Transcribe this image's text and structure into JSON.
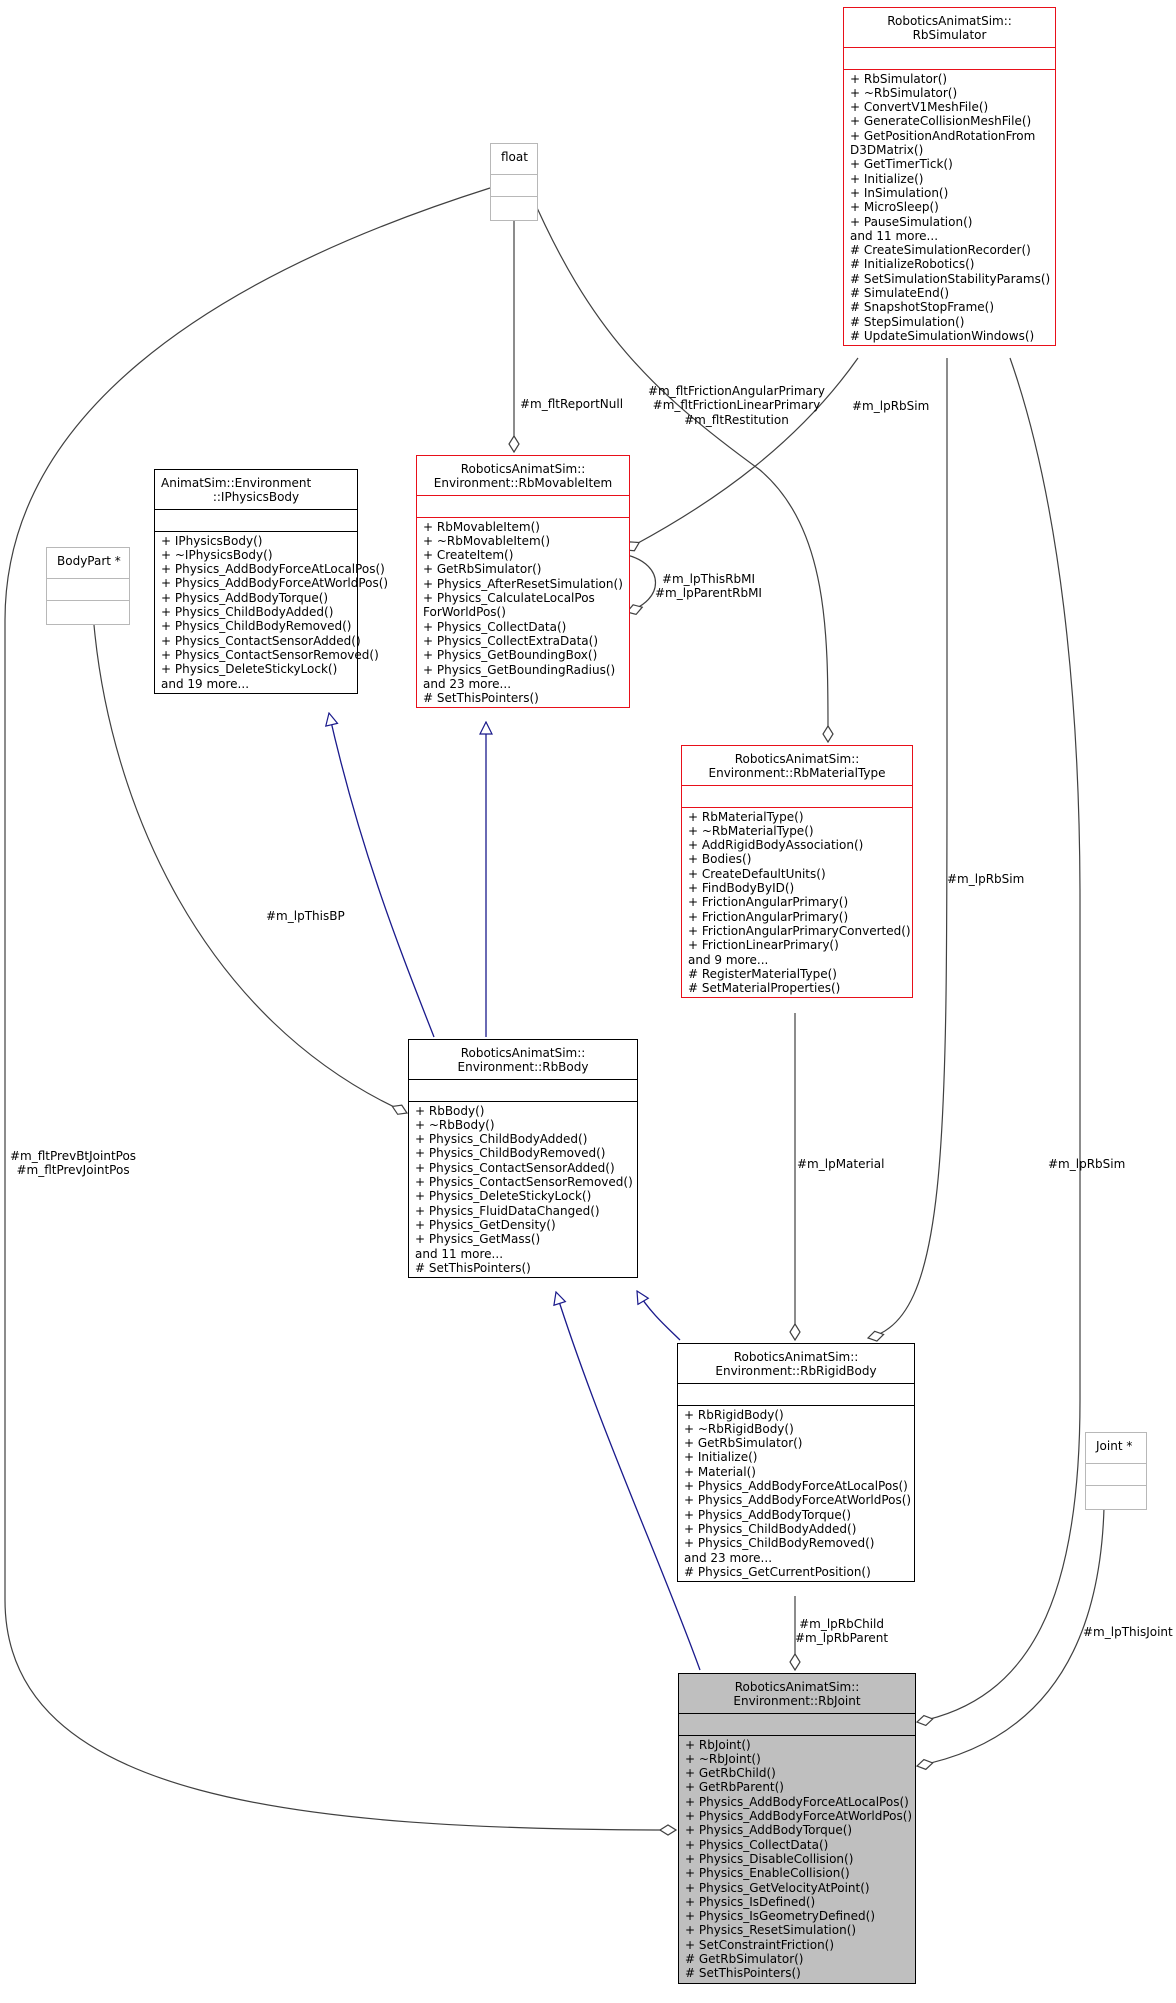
{
  "nodes": {
    "rbsimulator": {
      "title": [
        "RoboticsAnimatSim::",
        "RbSimulator"
      ],
      "attributes": [],
      "methods": [
        "+ RbSimulator()",
        "+ ~RbSimulator()",
        "+ ConvertV1MeshFile()",
        "+ GenerateCollisionMeshFile()",
        "+ GetPositionAndRotationFrom",
        "D3DMatrix()",
        "+ GetTimerTick()",
        "+ Initialize()",
        "+ InSimulation()",
        "+ MicroSleep()",
        "+ PauseSimulation()",
        "and 11 more...",
        "# CreateSimulationRecorder()",
        "# InitializeRobotics()",
        "# SetSimulationStabilityParams()",
        "# SimulateEnd()",
        "# SnapshotStopFrame()",
        "# StepSimulation()",
        "# UpdateSimulationWindows()"
      ]
    },
    "float": {
      "title": [
        "float"
      ],
      "attributes": [],
      "methods": []
    },
    "iphysicsbody": {
      "title": [
        "AnimatSim::Environment",
        "::IPhysicsBody"
      ],
      "attributes": [],
      "methods": [
        "+ IPhysicsBody()",
        "+ ~IPhysicsBody()",
        "+ Physics_AddBodyForceAtLocalPos()",
        "+ Physics_AddBodyForceAtWorldPos()",
        "+ Physics_AddBodyTorque()",
        "+ Physics_ChildBodyAdded()",
        "+ Physics_ChildBodyRemoved()",
        "+ Physics_ContactSensorAdded()",
        "+ Physics_ContactSensorRemoved()",
        "+ Physics_DeleteStickyLock()",
        "and 19 more..."
      ]
    },
    "bodypart": {
      "title": [
        "BodyPart *"
      ],
      "attributes": [],
      "methods": []
    },
    "rbmovableitem": {
      "title": [
        "RoboticsAnimatSim::",
        "Environment::RbMovableItem"
      ],
      "attributes": [],
      "methods": [
        "+ RbMovableItem()",
        "+ ~RbMovableItem()",
        "+ CreateItem()",
        "+ GetRbSimulator()",
        "+ Physics_AfterResetSimulation()",
        "+ Physics_CalculateLocalPos",
        "ForWorldPos()",
        "+ Physics_CollectData()",
        "+ Physics_CollectExtraData()",
        "+ Physics_GetBoundingBox()",
        "+ Physics_GetBoundingRadius()",
        "and 23 more...",
        "# SetThisPointers()"
      ]
    },
    "rbmaterialtype": {
      "title": [
        "RoboticsAnimatSim::",
        "Environment::RbMaterialType"
      ],
      "attributes": [],
      "methods": [
        "+ RbMaterialType()",
        "+ ~RbMaterialType()",
        "+ AddRigidBodyAssociation()",
        "+ Bodies()",
        "+ CreateDefaultUnits()",
        "+ FindBodyByID()",
        "+ FrictionAngularPrimary()",
        "+ FrictionAngularPrimary()",
        "+ FrictionAngularPrimaryConverted()",
        "+ FrictionLinearPrimary()",
        "and 9 more...",
        "# RegisterMaterialType()",
        "# SetMaterialProperties()"
      ]
    },
    "rbbody": {
      "title": [
        "RoboticsAnimatSim::",
        "Environment::RbBody"
      ],
      "attributes": [],
      "methods": [
        "+ RbBody()",
        "+ ~RbBody()",
        "+ Physics_ChildBodyAdded()",
        "+ Physics_ChildBodyRemoved()",
        "+ Physics_ContactSensorAdded()",
        "+ Physics_ContactSensorRemoved()",
        "+ Physics_DeleteStickyLock()",
        "+ Physics_FluidDataChanged()",
        "+ Physics_GetDensity()",
        "+ Physics_GetMass()",
        "and 11 more...",
        "# SetThisPointers()"
      ]
    },
    "rbrigidbody": {
      "title": [
        "RoboticsAnimatSim::",
        "Environment::RbRigidBody"
      ],
      "attributes": [],
      "methods": [
        "+ RbRigidBody()",
        "+ ~RbRigidBody()",
        "+ GetRbSimulator()",
        "+ Initialize()",
        "+ Material()",
        "+ Physics_AddBodyForceAtLocalPos()",
        "+ Physics_AddBodyForceAtWorldPos()",
        "+ Physics_AddBodyTorque()",
        "+ Physics_ChildBodyAdded()",
        "+ Physics_ChildBodyRemoved()",
        "and 23 more...",
        "# Physics_GetCurrentPosition()"
      ]
    },
    "joint": {
      "title": [
        "Joint *"
      ],
      "attributes": [],
      "methods": []
    },
    "rbjoint": {
      "title": [
        "RoboticsAnimatSim::",
        "Environment::RbJoint"
      ],
      "attributes": [],
      "methods": [
        "+ RbJoint()",
        "+ ~RbJoint()",
        "+ GetRbChild()",
        "+ GetRbParent()",
        "+ Physics_AddBodyForceAtLocalPos()",
        "+ Physics_AddBodyForceAtWorldPos()",
        "+ Physics_AddBodyTorque()",
        "+ Physics_CollectData()",
        "+ Physics_DisableCollision()",
        "+ Physics_EnableCollision()",
        "+ Physics_GetVelocityAtPoint()",
        "+ Physics_IsDefined()",
        "+ Physics_IsGeometryDefined()",
        "+ Physics_ResetSimulation()",
        "+ SetConstraintFriction()",
        "# GetRbSimulator()",
        "# SetThisPointers()"
      ]
    }
  },
  "edge_labels": {
    "report_null": [
      "#m_fltReportNull"
    ],
    "material_props": [
      "#m_fltFrictionAngularPrimary",
      "#m_fltFrictionLinearPrimary",
      "#m_fltRestitution"
    ],
    "movable_sim": [
      "#m_lpRbSim"
    ],
    "self_ref": [
      "#m_lpThisRbMI",
      "#m_lpParentRbMI"
    ],
    "this_bp": [
      "#m_lpThisBP"
    ],
    "prev_pos": [
      "#m_fltPrevBtJointPos",
      "#m_fltPrevJointPos"
    ],
    "rigid_sim": [
      "#m_lpRbSim"
    ],
    "joint_sim": [
      "#m_lpRbSim"
    ],
    "material": [
      "#m_lpMaterial"
    ],
    "child_parent": [
      "#m_lpRbChild",
      "#m_lpRbParent"
    ],
    "this_joint": [
      "#m_lpThisJoint"
    ]
  },
  "colors": {
    "inheritance": "#1a1a8c",
    "association": "#404040",
    "red_border": "#e8101a",
    "focus_fill": "#bfbfbf",
    "gray_border": "#b8b8b8"
  }
}
